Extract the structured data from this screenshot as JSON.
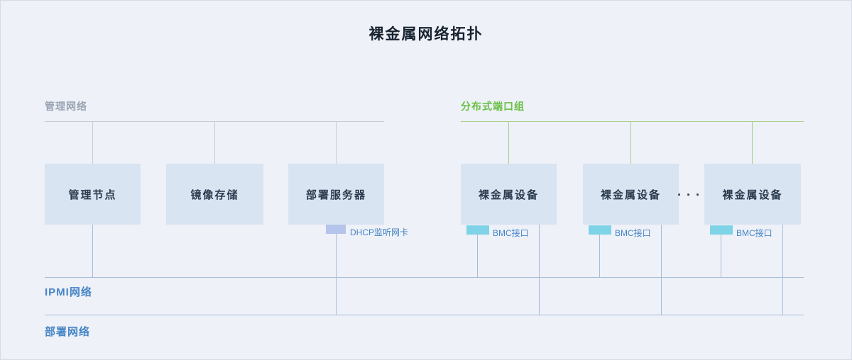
{
  "title": "裸金属网络拓扑",
  "networks": {
    "management": {
      "label": "管理网络",
      "line_color": "#c6ccd6",
      "label_color": "#99a4b4"
    },
    "port_group": {
      "label": "分布式端口组",
      "line_color": "#a9cf8c",
      "label_color": "#69bf44"
    },
    "ipmi": {
      "label": "IPMI网络",
      "line_color": "#a6bcd9",
      "label_color": "#4584c6"
    },
    "deployment": {
      "label": "部署网络",
      "line_color": "#a6bcd9",
      "label_color": "#4584c6"
    }
  },
  "nodes": {
    "management_node": {
      "label": "管理节点"
    },
    "image_storage": {
      "label": "镜像存储"
    },
    "deploy_server": {
      "label": "部署服务器",
      "nic": "DHCP监听网卡"
    },
    "bare_metal_devices": [
      {
        "label": "裸金属设备",
        "nic": "BMC接口"
      },
      {
        "label": "裸金属设备",
        "nic": "BMC接口"
      },
      {
        "label": "裸金属设备",
        "nic": "BMC接口"
      }
    ],
    "ellipsis": "···"
  },
  "colors": {
    "background": "#eef1f7",
    "box_fill": "#d8e4f2",
    "box_text": "#2a3a4c",
    "dhcp_nic_fill": "#b5c4eb",
    "bmc_port_fill": "#7fd3e6",
    "nic_label_blue": "#4584c6"
  }
}
